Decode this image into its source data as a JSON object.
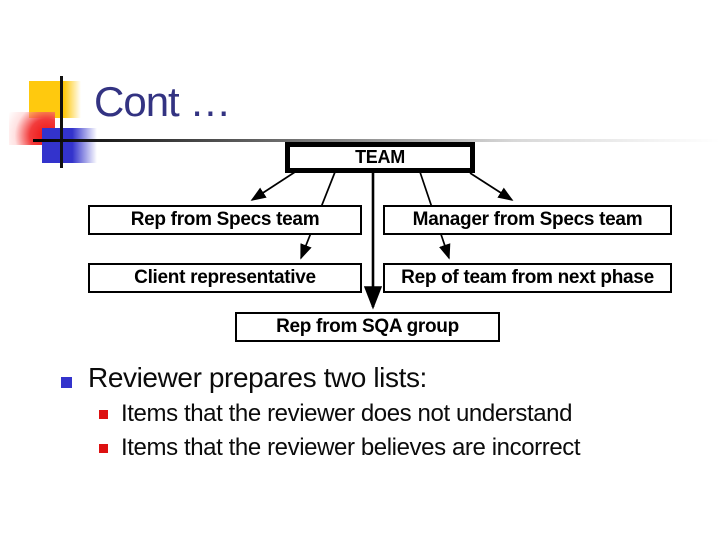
{
  "title": "Cont …",
  "diagram": {
    "team": "TEAM",
    "rep_specs": "Rep from Specs team",
    "manager_specs": "Manager from Specs team",
    "client": "Client representative",
    "next_phase": "Rep of team from next phase",
    "sqa": "Rep from SQA group"
  },
  "list": {
    "heading": "Reviewer prepares two lists:",
    "items": [
      "Items that the reviewer does not understand",
      "Items that the reviewer believes are incorrect"
    ]
  },
  "colors": {
    "title_text": "#333382",
    "bullet_level1": "#3333cc",
    "bullet_level2": "#dd1111",
    "deco_yellow": "#ffc90e",
    "deco_red": "#ee1111",
    "deco_blue": "#3333cc",
    "box_border": "#000000",
    "rule_gradient_start": "#000000",
    "rule_gradient_end": "#ffffff"
  }
}
